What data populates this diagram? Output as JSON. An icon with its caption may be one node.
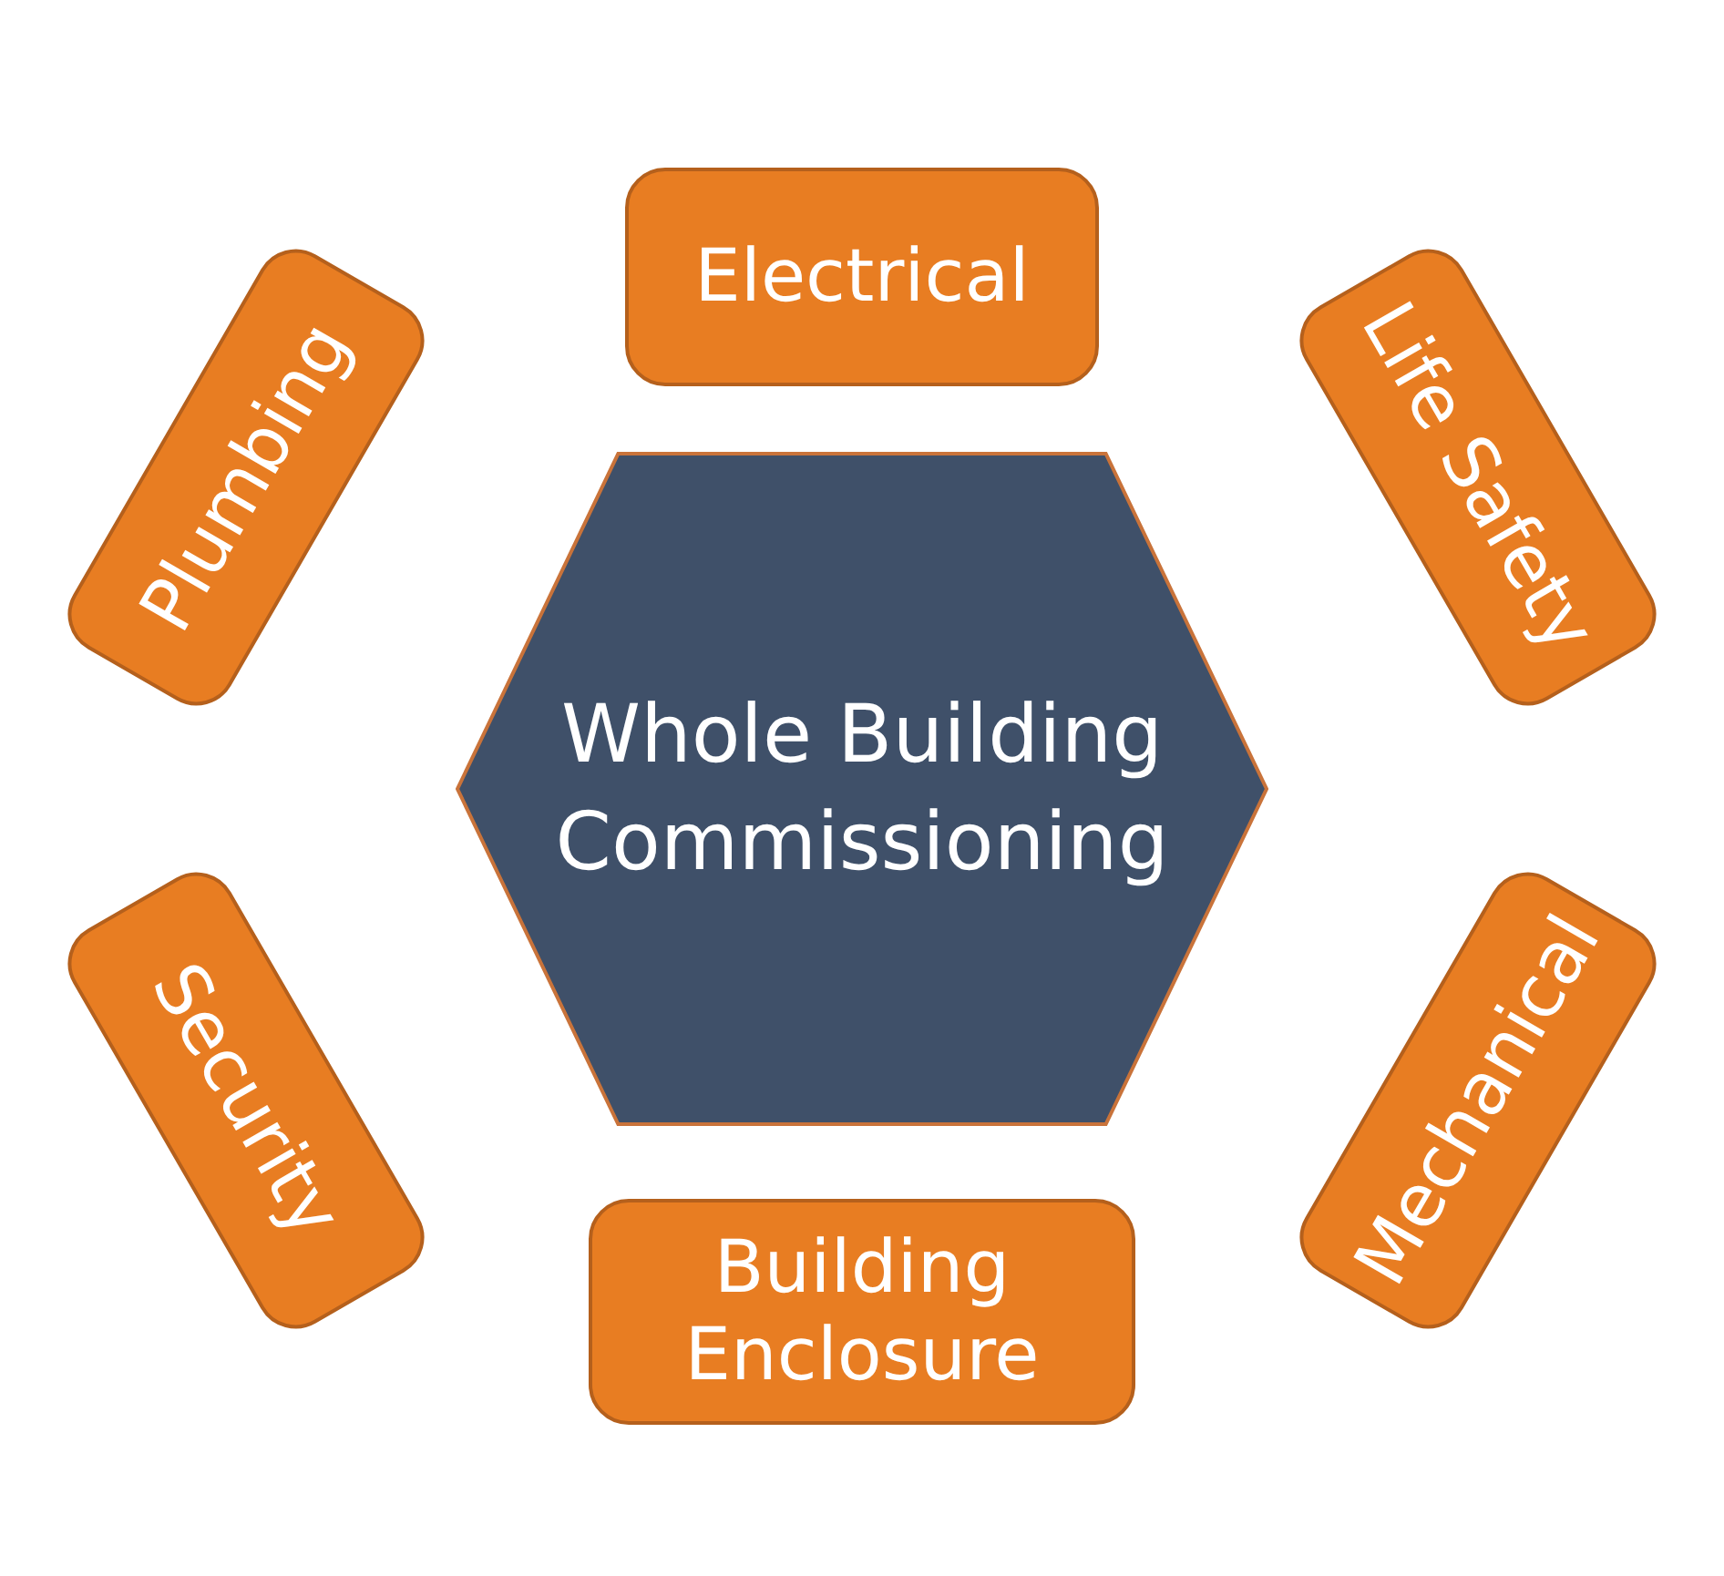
{
  "diagram": {
    "nodes": [
      {
        "text": [
          "Whole Building Commissioning"
        ]
      },
      {
        "text": [
          "Electrical"
        ]
      },
      {
        "text": [
          "Life Safety"
        ]
      },
      {
        "text": [
          "Mechanical"
        ]
      },
      {
        "text": [
          "Building Enclosure"
        ]
      },
      {
        "text": [
          "Security"
        ]
      },
      {
        "text": [
          "Plumbing"
        ]
      }
    ]
  }
}
